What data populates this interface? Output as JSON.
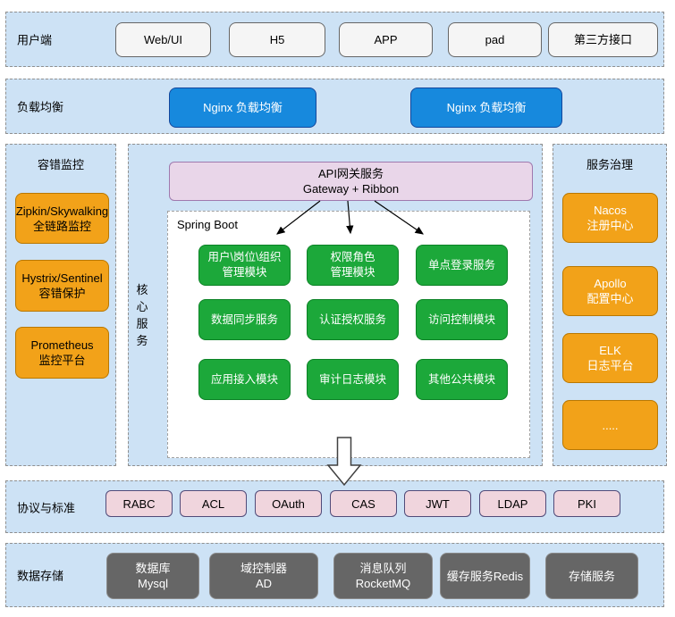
{
  "palette": {
    "section_bg": "#cde2f5",
    "section_border": "#8f8f8f",
    "client_fill": "#f5f5f5",
    "blue_fill": "#1789dd",
    "blue_border": "#13479c",
    "orange_fill": "#f2a219",
    "orange_border": "#b97802",
    "green_fill": "#1ca83a",
    "green_border": "#0c8226",
    "gateway_fill": "#e9d6e9",
    "gateway_border": "#9f79ae",
    "protocol_fill": "#f0d5dd",
    "protocol_border": "#514b79",
    "storage_fill": "#666666"
  },
  "sections": {
    "client": {
      "label": "用户端",
      "items": [
        "Web/UI",
        "H5",
        "APP",
        "pad",
        "第三方接口"
      ]
    },
    "load_balancer": {
      "label": "负载均衡",
      "items": [
        "Nginx 负载均衡",
        "Nginx 负载均衡"
      ]
    },
    "fault_monitoring": {
      "label": "容错监控",
      "items": [
        "Zipkin/Skywalking\n全链路监控",
        "Hystrix/Sentinel\n容错保护",
        "Prometheus\n监控平台"
      ]
    },
    "core_services": {
      "label": "核心服务",
      "gateway": "API网关服务\nGateway + Ribbon",
      "container_label": "Spring Boot",
      "modules": [
        "用户\\岗位\\组织\n管理模块",
        "权限角色\n管理模块",
        "单点登录服务",
        "数据同步服务",
        "认证授权服务",
        "访问控制模块",
        "应用接入模块",
        "审计日志模块",
        "其他公共模块"
      ]
    },
    "service_governance": {
      "label": "服务治理",
      "items": [
        "Nacos\n注册中心",
        "Apollo\n配置中心",
        "ELK\n日志平台",
        "....."
      ]
    },
    "protocols": {
      "label": "协议与标准",
      "items": [
        "RABC",
        "ACL",
        "OAuth",
        "CAS",
        "JWT",
        "LDAP",
        "PKI"
      ]
    },
    "data_storage": {
      "label": "数据存储",
      "items": [
        "数据库\nMysql",
        "域控制器\nAD",
        "消息队列\nRocketMQ",
        "缓存服务Redis",
        "存储服务"
      ]
    }
  }
}
